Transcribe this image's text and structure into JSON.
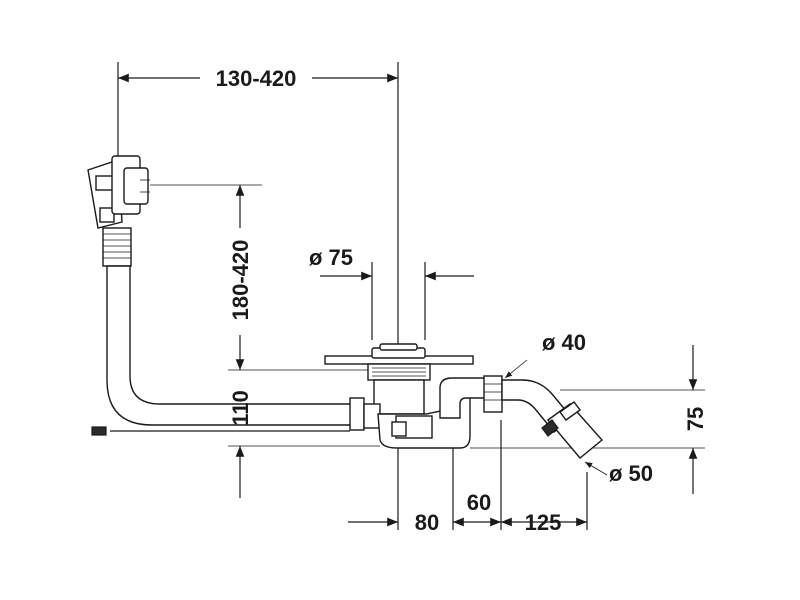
{
  "dimensions": {
    "width_range": "130-420",
    "height_range": "180-420",
    "overflow_height": "110",
    "drain_diameter": "ø 75",
    "pipe_diameter": "ø 40",
    "outlet_diameter": "ø 50",
    "outlet_rise": "75",
    "dist_80": "80",
    "dist_60": "60",
    "dist_125": "125"
  },
  "colors": {
    "ink": "#1a1a1a",
    "background": "#ffffff"
  }
}
